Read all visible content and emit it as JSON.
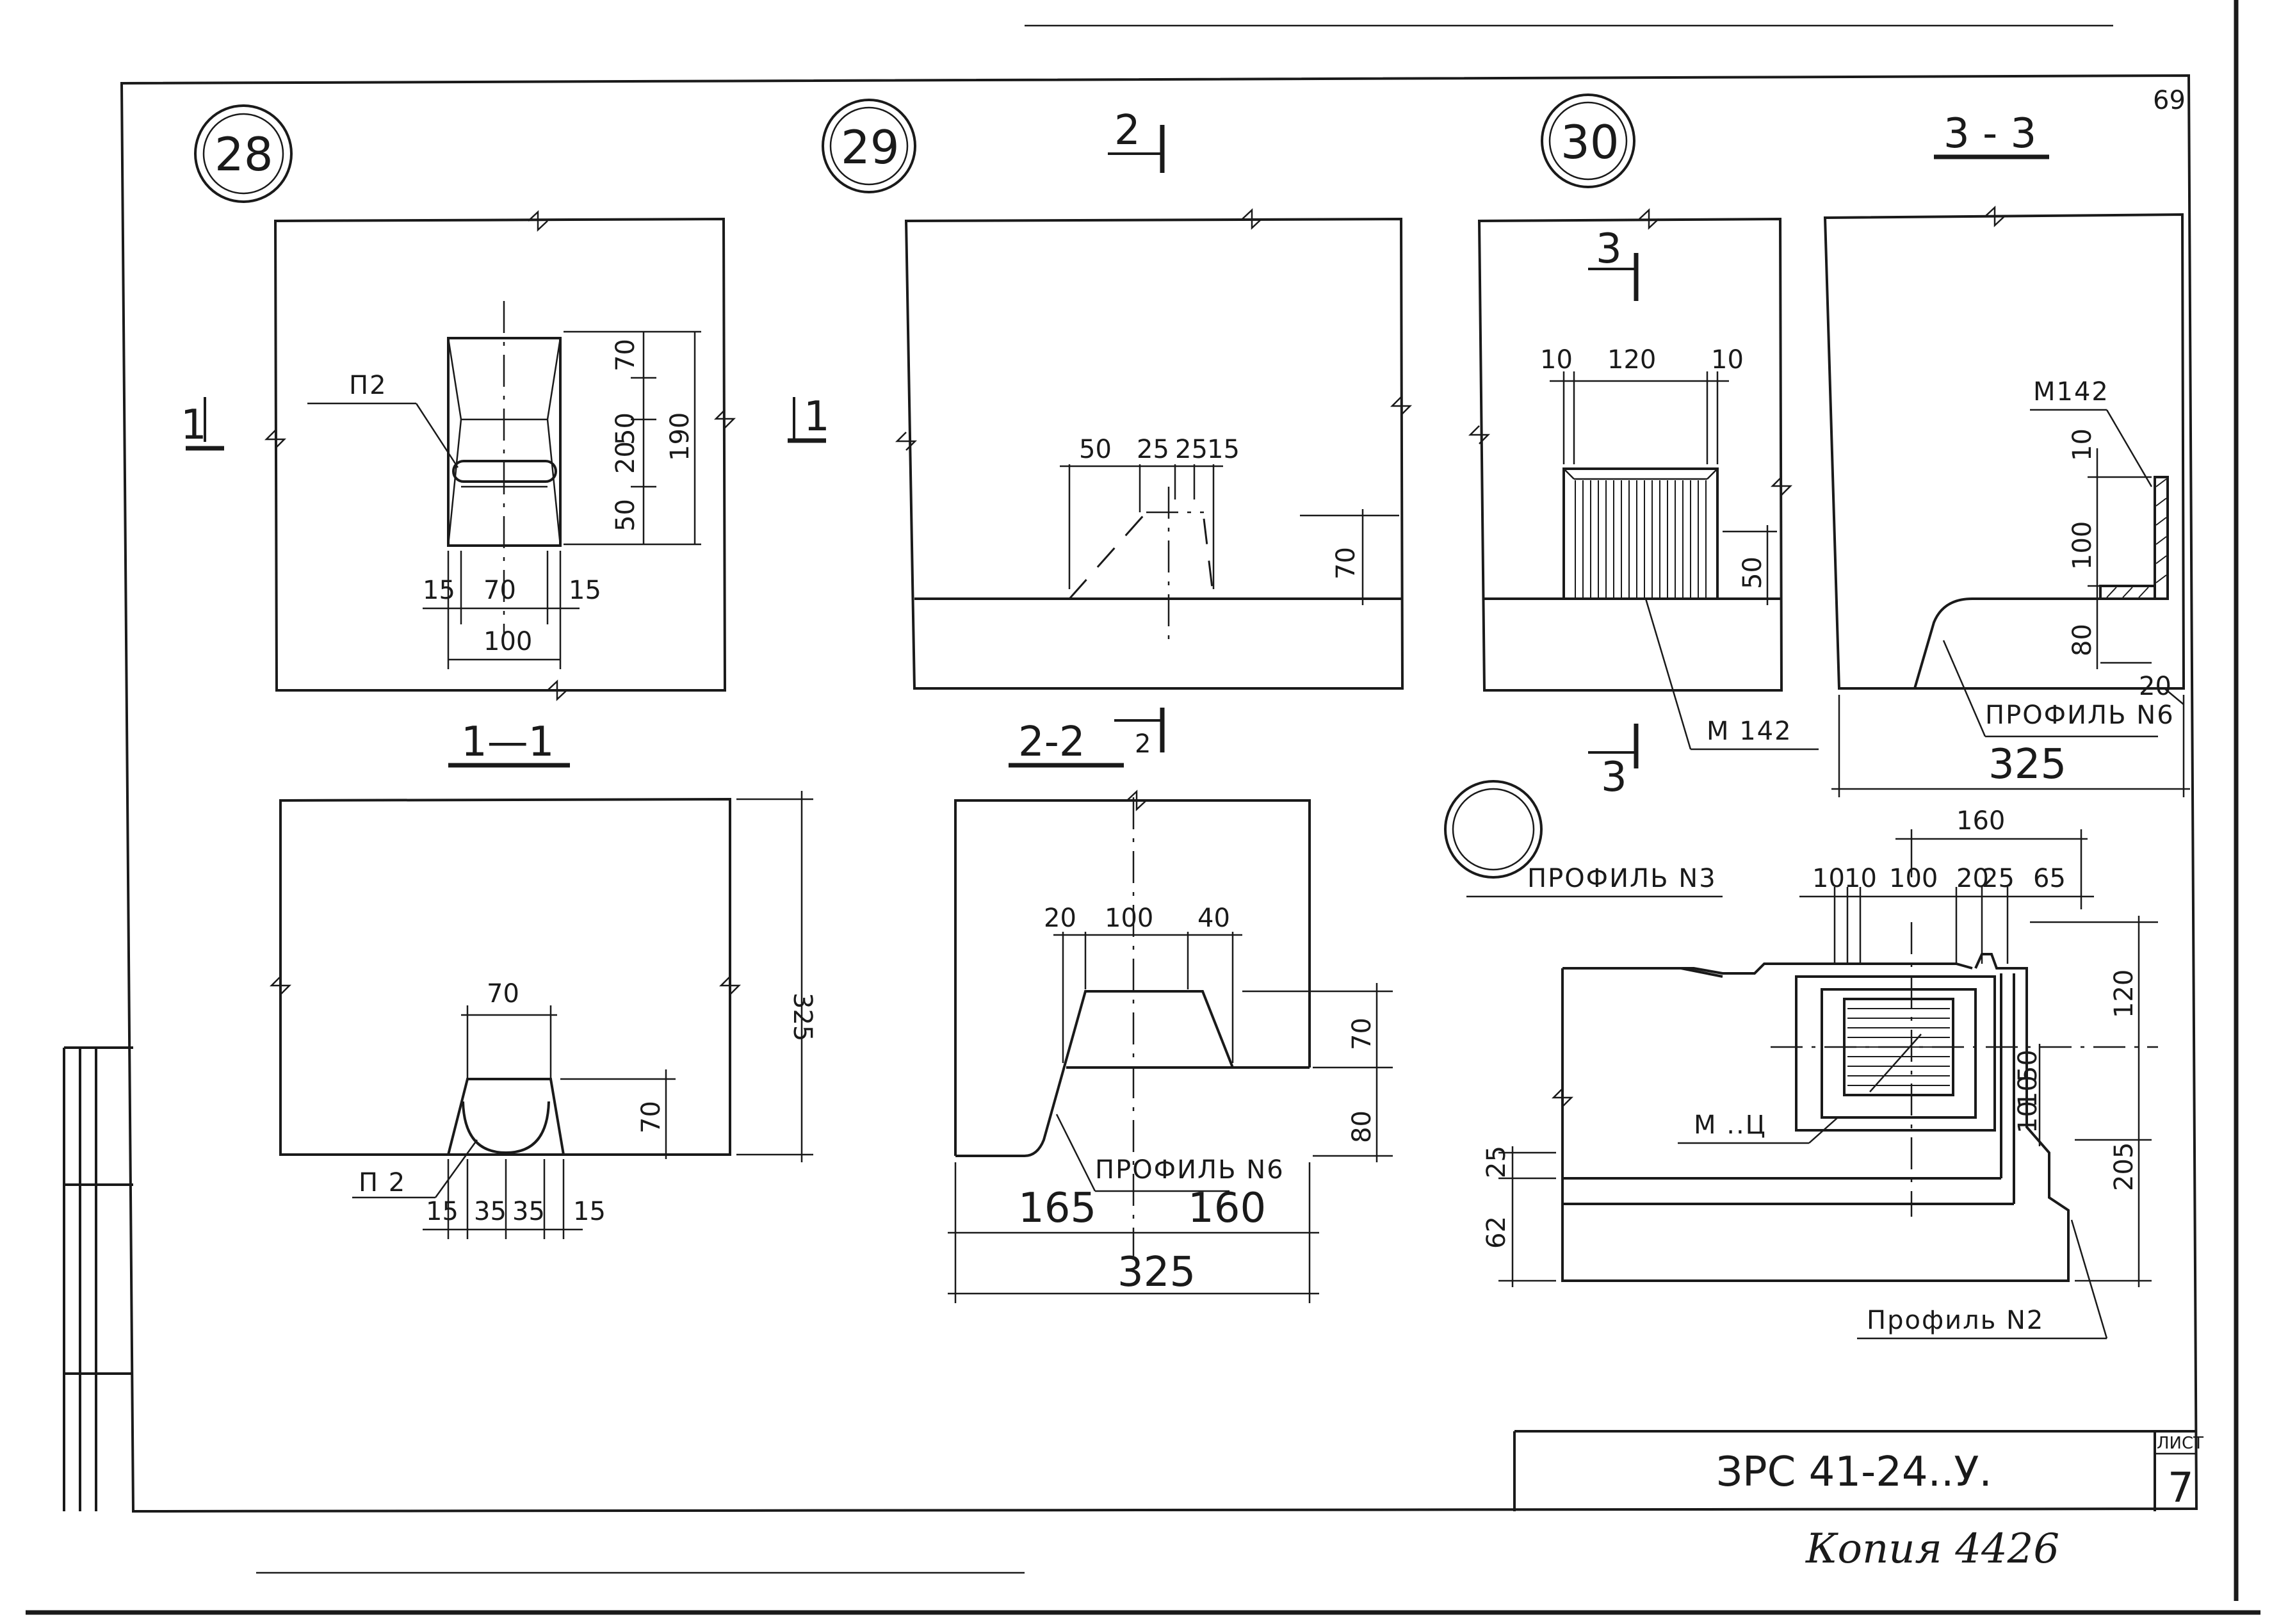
{
  "sheet_number": "69",
  "callouts": {
    "c28": "28",
    "c29": "29",
    "c30": "30"
  },
  "section_marks": {
    "s11": "1—1",
    "s22": "2-2",
    "s33": "3 - 3",
    "cut1_left": "1",
    "cut1_right": "1",
    "cut2_top": "2",
    "cut2_bottom": "2",
    "cut3_top": "3",
    "cut3_bottom": "3"
  },
  "detail28": {
    "label_p2": "П2",
    "dims": {
      "d70": "70",
      "d50a": "50",
      "d20": "20",
      "d50b": "50",
      "d190": "190",
      "d15a": "15",
      "d70w": "70",
      "d15b": "15",
      "d100": "100"
    }
  },
  "detail29": {
    "dims": {
      "d50": "50",
      "d25a": "25",
      "d25b": "25",
      "d15": "15",
      "d70": "70"
    }
  },
  "detail30": {
    "label_m142": "М 142",
    "dims": {
      "d10a": "10",
      "d120": "120",
      "d10b": "10",
      "d50": "50"
    }
  },
  "section33": {
    "label_m142": "М142",
    "label_profile": "ПРОФИЛЬ N6",
    "dims": {
      "d10": "10",
      "d100": "100",
      "d80": "80",
      "d20": "20",
      "d325": "325"
    }
  },
  "section11": {
    "label_p2": "П 2",
    "dims": {
      "d70": "70",
      "d70v": "70",
      "d325": "325",
      "d15a": "15",
      "d35a": "35",
      "d35b": "35",
      "d15b": "15"
    }
  },
  "section22": {
    "label_profile": "ПРОФИЛЬ N6",
    "dims": {
      "d20": "20",
      "d100": "100",
      "d40": "40",
      "d70": "70",
      "d80": "80",
      "d165": "165",
      "d160": "160",
      "d325": "325"
    }
  },
  "detail_empty": {
    "label_profile3": "ПРОФИЛЬ N3",
    "label_m": "М ..Ц",
    "label_profile2": "Профиль N2",
    "dims": {
      "d160": "160",
      "d10a": "10",
      "d10b": "10",
      "d100": "100",
      "d20": "20",
      "d25": "25",
      "d65": "65",
      "d120": "120",
      "d205": "205",
      "d10c": "10",
      "d10d": "10",
      "d50": "50",
      "d62": "62",
      "d25v": "25"
    }
  },
  "title_block": {
    "code": "ЗРС 41-24..У.",
    "sheet_label": "ЛИСТ",
    "sheet_no": "7"
  },
  "handwritten": "Копия 4426"
}
